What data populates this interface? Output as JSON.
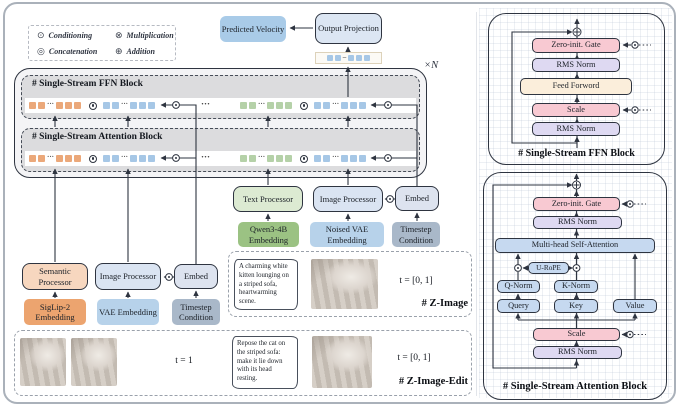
{
  "legend": {
    "items": [
      {
        "symbol": "⊙",
        "label": "Conditioning"
      },
      {
        "symbol": "⊗",
        "label": "Multiplication"
      },
      {
        "symbol": "◎",
        "label": "Concatenation"
      },
      {
        "symbol": "⊕",
        "label": "Addition"
      }
    ]
  },
  "top": {
    "predicted_velocity": "Predicted Velocity",
    "output_projection": "Output Projection",
    "repeat_label": "×N"
  },
  "blocks": {
    "ffn_title": "# Single-Stream FFN Block",
    "attention_title": "# Single-Stream Attention Block"
  },
  "tokens": {
    "dots": "···",
    "sep": "···",
    "mini_sep": "–"
  },
  "processors": {
    "semantic": {
      "label": "Semantic Processor",
      "embedding": "SigLip-2 Embedding"
    },
    "image_left": {
      "label": "Image Processor",
      "embedding": "VAE Embedding"
    },
    "embed_left": {
      "label": "Embed",
      "embedding": "Timestep Condition"
    },
    "text": {
      "label": "Text Processor",
      "embedding": "Qwen3-4B Embedding"
    },
    "image_mid": {
      "label": "Image Processor",
      "embedding": "Noised VAE Embedding"
    },
    "embed_mid": {
      "label": "Embed",
      "embedding": "Timestep Condition"
    }
  },
  "examples": {
    "z_image": {
      "prompt": "A charming white kitten lounging on a striped sofa, heartwarming scene.",
      "t_range": "t = [0, 1]",
      "tag": "# Z-Image"
    },
    "z_image_edit": {
      "t_start": "t = 1",
      "prompt": "Repose the cat on the striped sofa: make it lie down with its head resting.",
      "t_range": "t = [0, 1]",
      "tag": "# Z-Image-Edit"
    }
  },
  "ffn_detail": {
    "title": "# Single-Stream FFN Block",
    "gate": "Zero-init. Gate",
    "rms_top": "RMS Norm",
    "ff": "Feed Forword",
    "scale": "Scale",
    "rms_bottom": "RMS Norm"
  },
  "attn_detail": {
    "title": "# Single-Stream Attention Block",
    "gate": "Zero-init. Gate",
    "rms_top": "RMS Norm",
    "msa": "Multi-head Self-Attention",
    "urope": "U-RoPE",
    "q_norm": "Q-Norm",
    "k_norm": "K-Norm",
    "query": "Query",
    "key": "Key",
    "value": "Value",
    "scale": "Scale",
    "rms_bottom": "RMS Norm"
  },
  "colors": {
    "token_orange": "#eba87a",
    "token_blue": "#a6c7e6",
    "token_green": "#b5d1a8",
    "pink": "#f8c9d2",
    "lavender": "#ded9f2",
    "cream": "#fbeedb",
    "attention_blue": "#c6d9f0",
    "orange_fill": "#eca46f",
    "blue_fill": "#b7d2ea",
    "slate_fill": "#a9b8c9",
    "green_fill": "#9bc283",
    "velocity_blue": "#a9cbe8"
  }
}
